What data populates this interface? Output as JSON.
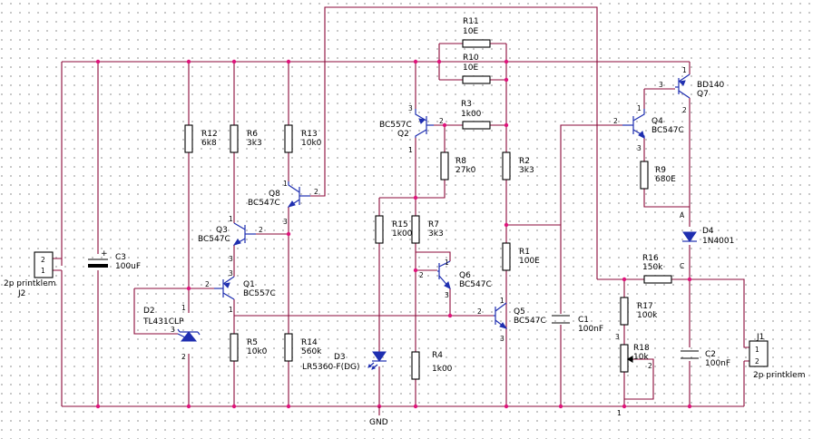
{
  "components": {
    "R11": {
      "ref": "R11",
      "value": "10E"
    },
    "R10": {
      "ref": "R10",
      "value": "10E"
    },
    "R3": {
      "ref": "R3",
      "value": "1k00"
    },
    "R12": {
      "ref": "R12",
      "value": "6k8"
    },
    "R6": {
      "ref": "R6",
      "value": "3k3"
    },
    "R13": {
      "ref": "R13",
      "value": "10k0"
    },
    "R8": {
      "ref": "R8",
      "value": "27k0"
    },
    "R2": {
      "ref": "R2",
      "value": "3k3"
    },
    "R9": {
      "ref": "R9",
      "value": "680E"
    },
    "R15": {
      "ref": "R15",
      "value": "1k00"
    },
    "R7": {
      "ref": "R7",
      "value": "3k3"
    },
    "R1": {
      "ref": "R1",
      "value": "100E"
    },
    "R16": {
      "ref": "R16",
      "value": "150k"
    },
    "R17": {
      "ref": "R17",
      "value": "100k"
    },
    "R18": {
      "ref": "R18",
      "value": "10k"
    },
    "R5": {
      "ref": "R5",
      "value": "10k0"
    },
    "R14": {
      "ref": "R14",
      "value": "560k"
    },
    "R4": {
      "ref": "R4",
      "value": "1k00"
    },
    "Q1": {
      "ref": "Q1",
      "value": "BC557C"
    },
    "Q2": {
      "ref": "Q2",
      "value": "BC557C"
    },
    "Q3": {
      "ref": "Q3",
      "value": "BC547C"
    },
    "Q4": {
      "ref": "Q4",
      "value": "BC547C"
    },
    "Q5": {
      "ref": "Q5",
      "value": "BC547C"
    },
    "Q6": {
      "ref": "Q6",
      "value": "BC547C"
    },
    "Q7": {
      "ref": "Q7",
      "value": "BD140"
    },
    "Q8": {
      "ref": "Q8",
      "value": "BC547C"
    },
    "C1": {
      "ref": "C1",
      "value": "100nF"
    },
    "C2": {
      "ref": "C2",
      "value": "100nF"
    },
    "C3": {
      "ref": "C3",
      "value": "100uF"
    },
    "D2": {
      "ref": "D2",
      "value": "TL431CLP"
    },
    "D3": {
      "ref": "D3",
      "value": "LR5360-F(DG)"
    },
    "D4": {
      "ref": "D4",
      "value": "1N4001"
    },
    "J1": {
      "ref": "J1",
      "value": "2p printklem"
    },
    "J2": {
      "ref": "J2",
      "value": "2p printklem"
    }
  },
  "nets": {
    "gnd": "GND"
  },
  "pins": {
    "one": "1",
    "two": "2",
    "three": "3",
    "anode": "A",
    "cathode": "C",
    "plus": "+"
  }
}
